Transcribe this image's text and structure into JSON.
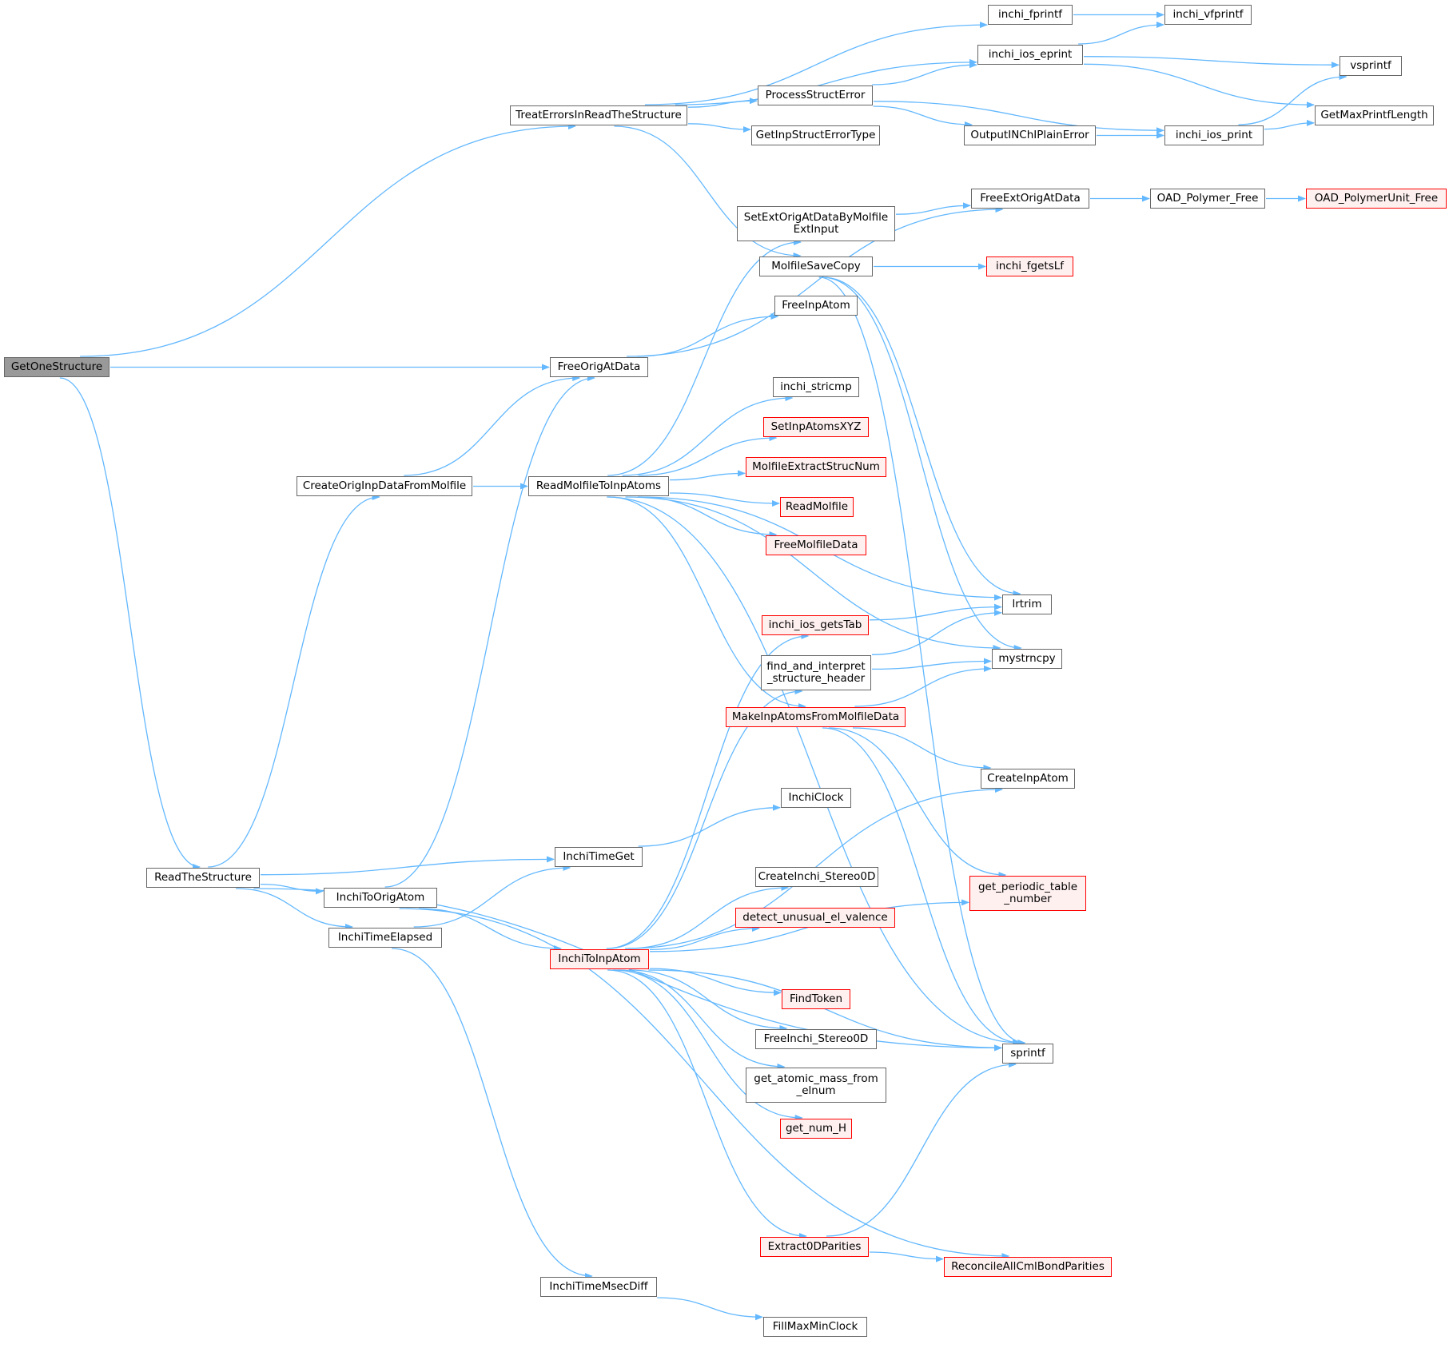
{
  "nodes": [
    {
      "id": "GetOneStructure",
      "label": "GetOneStructure",
      "style": "root"
    },
    {
      "id": "TreatErrorsInReadTheStructure",
      "label": "TreatErrorsInReadTheStructure"
    },
    {
      "id": "FreeOrigAtData",
      "label": "FreeOrigAtData"
    },
    {
      "id": "ReadTheStructure",
      "label": "ReadTheStructure"
    },
    {
      "id": "inchi_fprintf",
      "label": "inchi_fprintf"
    },
    {
      "id": "inchi_vfprintf",
      "label": "inchi_vfprintf"
    },
    {
      "id": "inchi_ios_eprint",
      "label": "inchi_ios_eprint"
    },
    {
      "id": "vsprintf",
      "label": "vsprintf"
    },
    {
      "id": "ProcessStructError",
      "label": "ProcessStructError"
    },
    {
      "id": "GetMaxPrintfLength",
      "label": "GetMaxPrintfLength"
    },
    {
      "id": "GetInpStructErrorType",
      "label": "GetInpStructErrorType"
    },
    {
      "id": "OutputINChIPlainError",
      "label": "OutputINChIPlainError"
    },
    {
      "id": "inchi_ios_print",
      "label": "inchi_ios_print"
    },
    {
      "id": "FreeExtOrigAtData",
      "label": "FreeExtOrigAtData"
    },
    {
      "id": "OAD_Polymer_Free",
      "label": "OAD_Polymer_Free"
    },
    {
      "id": "OAD_PolymerUnit_Free",
      "label": "OAD_PolymerUnit_Free",
      "style": "truncated"
    },
    {
      "id": "SetExtOrigAtDataByMolfileExtInput",
      "label": "SetExtOrigAtDataByMolfile\nExtInput"
    },
    {
      "id": "MolfileSaveCopy",
      "label": "MolfileSaveCopy"
    },
    {
      "id": "inchi_fgetsLf",
      "label": "inchi_fgetsLf",
      "style": "truncated"
    },
    {
      "id": "FreeInpAtom",
      "label": "FreeInpAtom"
    },
    {
      "id": "inchi_stricmp",
      "label": "inchi_stricmp"
    },
    {
      "id": "SetInpAtomsXYZ",
      "label": "SetInpAtomsXYZ",
      "style": "truncated"
    },
    {
      "id": "MolfileExtractStrucNum",
      "label": "MolfileExtractStrucNum",
      "style": "truncated"
    },
    {
      "id": "ReadMolfile",
      "label": "ReadMolfile",
      "style": "truncated"
    },
    {
      "id": "FreeMolfileData",
      "label": "FreeMolfileData",
      "style": "truncated"
    },
    {
      "id": "CreateOrigInpDataFromMolfile",
      "label": "CreateOrigInpDataFromMolfile"
    },
    {
      "id": "ReadMolfileToInpAtoms",
      "label": "ReadMolfileToInpAtoms"
    },
    {
      "id": "lrtrim",
      "label": "lrtrim"
    },
    {
      "id": "inchi_ios_getsTab",
      "label": "inchi_ios_getsTab",
      "style": "truncated"
    },
    {
      "id": "find_and_interpret_structure_header",
      "label": "find_and_interpret\n_structure_header"
    },
    {
      "id": "mystrncpy",
      "label": "mystrncpy"
    },
    {
      "id": "MakeInpAtomsFromMolfileData",
      "label": "MakeInpAtomsFromMolfileData",
      "style": "truncated"
    },
    {
      "id": "CreateInpAtom",
      "label": "CreateInpAtom"
    },
    {
      "id": "InchiClock",
      "label": "InchiClock"
    },
    {
      "id": "InchiTimeGet",
      "label": "InchiTimeGet"
    },
    {
      "id": "CreateInchi_Stereo0D",
      "label": "CreateInchi_Stereo0D"
    },
    {
      "id": "get_periodic_table_number",
      "label": "get_periodic_table\n_number",
      "style": "truncated"
    },
    {
      "id": "InchiToOrigAtom",
      "label": "InchiToOrigAtom"
    },
    {
      "id": "detect_unusual_el_valence",
      "label": "detect_unusual_el_valence",
      "style": "truncated"
    },
    {
      "id": "InchiTimeElapsed",
      "label": "InchiTimeElapsed"
    },
    {
      "id": "InchiToInpAtom",
      "label": "InchiToInpAtom",
      "style": "truncated"
    },
    {
      "id": "FindToken",
      "label": "FindToken",
      "style": "truncated"
    },
    {
      "id": "FreeInchi_Stereo0D",
      "label": "FreeInchi_Stereo0D"
    },
    {
      "id": "sprintf",
      "label": "sprintf"
    },
    {
      "id": "get_atomic_mass_from_elnum",
      "label": "get_atomic_mass_from\n_elnum"
    },
    {
      "id": "get_num_H",
      "label": "get_num_H",
      "style": "truncated"
    },
    {
      "id": "Extract0DParities",
      "label": "Extract0DParities",
      "style": "truncated"
    },
    {
      "id": "ReconcileAllCmlBondParities",
      "label": "ReconcileAllCmlBondParities",
      "style": "truncated"
    },
    {
      "id": "InchiTimeMsecDiff",
      "label": "InchiTimeMsecDiff"
    },
    {
      "id": "FillMaxMinClock",
      "label": "FillMaxMinClock"
    }
  ],
  "edges": [
    [
      "GetOneStructure",
      "TreatErrorsInReadTheStructure"
    ],
    [
      "GetOneStructure",
      "FreeOrigAtData"
    ],
    [
      "GetOneStructure",
      "ReadTheStructure"
    ],
    [
      "TreatErrorsInReadTheStructure",
      "inchi_fprintf"
    ],
    [
      "TreatErrorsInReadTheStructure",
      "inchi_ios_eprint"
    ],
    [
      "TreatErrorsInReadTheStructure",
      "ProcessStructError"
    ],
    [
      "TreatErrorsInReadTheStructure",
      "GetInpStructErrorType"
    ],
    [
      "TreatErrorsInReadTheStructure",
      "MolfileSaveCopy"
    ],
    [
      "inchi_fprintf",
      "inchi_vfprintf"
    ],
    [
      "inchi_ios_eprint",
      "inchi_vfprintf"
    ],
    [
      "inchi_ios_eprint",
      "vsprintf"
    ],
    [
      "inchi_ios_eprint",
      "GetMaxPrintfLength"
    ],
    [
      "ProcessStructError",
      "inchi_ios_eprint"
    ],
    [
      "ProcessStructError",
      "OutputINChIPlainError"
    ],
    [
      "ProcessStructError",
      "inchi_ios_print"
    ],
    [
      "OutputINChIPlainError",
      "inchi_ios_print"
    ],
    [
      "inchi_ios_print",
      "vsprintf"
    ],
    [
      "inchi_ios_print",
      "GetMaxPrintfLength"
    ],
    [
      "FreeOrigAtData",
      "FreeExtOrigAtData"
    ],
    [
      "FreeOrigAtData",
      "FreeInpAtom"
    ],
    [
      "FreeExtOrigAtData",
      "OAD_Polymer_Free"
    ],
    [
      "OAD_Polymer_Free",
      "OAD_PolymerUnit_Free"
    ],
    [
      "SetExtOrigAtDataByMolfileExtInput",
      "FreeExtOrigAtData"
    ],
    [
      "MolfileSaveCopy",
      "inchi_fgetsLf"
    ],
    [
      "MolfileSaveCopy",
      "lrtrim"
    ],
    [
      "MolfileSaveCopy",
      "mystrncpy"
    ],
    [
      "MolfileSaveCopy",
      "sprintf"
    ],
    [
      "ReadTheStructure",
      "CreateOrigInpDataFromMolfile"
    ],
    [
      "ReadTheStructure",
      "InchiTimeGet"
    ],
    [
      "ReadTheStructure",
      "InchiToOrigAtom"
    ],
    [
      "ReadTheStructure",
      "InchiTimeElapsed"
    ],
    [
      "ReadTheStructure",
      "sprintf"
    ],
    [
      "CreateOrigInpDataFromMolfile",
      "FreeOrigAtData"
    ],
    [
      "CreateOrigInpDataFromMolfile",
      "ReadMolfileToInpAtoms"
    ],
    [
      "ReadMolfileToInpAtoms",
      "SetExtOrigAtDataByMolfileExtInput"
    ],
    [
      "ReadMolfileToInpAtoms",
      "inchi_stricmp"
    ],
    [
      "ReadMolfileToInpAtoms",
      "SetInpAtomsXYZ"
    ],
    [
      "ReadMolfileToInpAtoms",
      "MolfileExtractStrucNum"
    ],
    [
      "ReadMolfileToInpAtoms",
      "ReadMolfile"
    ],
    [
      "ReadMolfileToInpAtoms",
      "FreeMolfileData"
    ],
    [
      "ReadMolfileToInpAtoms",
      "lrtrim"
    ],
    [
      "ReadMolfileToInpAtoms",
      "mystrncpy"
    ],
    [
      "ReadMolfileToInpAtoms",
      "MakeInpAtomsFromMolfileData"
    ],
    [
      "ReadMolfileToInpAtoms",
      "sprintf"
    ],
    [
      "inchi_ios_getsTab",
      "lrtrim"
    ],
    [
      "find_and_interpret_structure_header",
      "lrtrim"
    ],
    [
      "find_and_interpret_structure_header",
      "mystrncpy"
    ],
    [
      "MakeInpAtomsFromMolfileData",
      "mystrncpy"
    ],
    [
      "MakeInpAtomsFromMolfileData",
      "CreateInpAtom"
    ],
    [
      "MakeInpAtomsFromMolfileData",
      "get_periodic_table_number"
    ],
    [
      "MakeInpAtomsFromMolfileData",
      "sprintf"
    ],
    [
      "InchiTimeGet",
      "InchiClock"
    ],
    [
      "InchiToOrigAtom",
      "FreeOrigAtData"
    ],
    [
      "InchiToOrigAtom",
      "InchiToInpAtom"
    ],
    [
      "InchiToOrigAtom",
      "ReconcileAllCmlBondParities"
    ],
    [
      "InchiTimeElapsed",
      "InchiTimeGet"
    ],
    [
      "InchiTimeElapsed",
      "InchiTimeMsecDiff"
    ],
    [
      "InchiToInpAtom",
      "inchi_ios_getsTab"
    ],
    [
      "InchiToInpAtom",
      "find_and_interpret_structure_header"
    ],
    [
      "InchiToInpAtom",
      "CreateInpAtom"
    ],
    [
      "InchiToInpAtom",
      "CreateInchi_Stereo0D"
    ],
    [
      "InchiToInpAtom",
      "detect_unusual_el_valence"
    ],
    [
      "InchiToInpAtom",
      "get_periodic_table_number"
    ],
    [
      "InchiToInpAtom",
      "FindToken"
    ],
    [
      "InchiToInpAtom",
      "FreeInchi_Stereo0D"
    ],
    [
      "InchiToInpAtom",
      "get_atomic_mass_from_elnum"
    ],
    [
      "InchiToInpAtom",
      "get_num_H"
    ],
    [
      "InchiToInpAtom",
      "Extract0DParities"
    ],
    [
      "InchiToInpAtom",
      "sprintf"
    ],
    [
      "Extract0DParities",
      "ReconcileAllCmlBondParities"
    ],
    [
      "Extract0DParities",
      "sprintf"
    ],
    [
      "InchiTimeMsecDiff",
      "FillMaxMinClock"
    ]
  ],
  "colors": {
    "edge": "#63b8ff",
    "node_border": "#666666",
    "node_fill": "#ffffff",
    "root_fill": "#999999",
    "truncated_border": "#ff0000",
    "truncated_fill": "#fff0f0"
  }
}
